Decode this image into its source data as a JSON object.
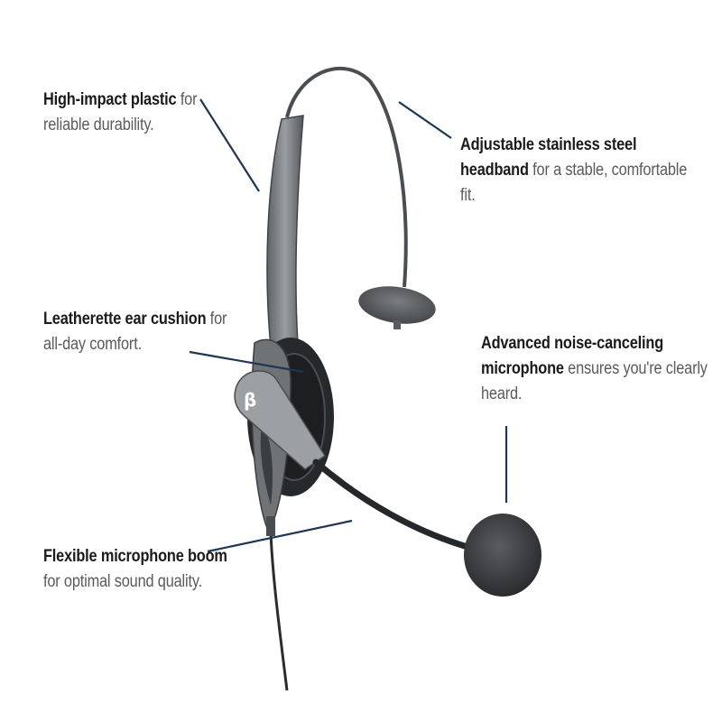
{
  "callouts": [
    {
      "id": "durability",
      "bold": "High-impact plastic",
      "text": " for reliable durability."
    },
    {
      "id": "headband",
      "bold": "Adjustable stainless steel headband",
      "text": " for a stable, comfortable fit."
    },
    {
      "id": "cushion",
      "bold": "Leatherette ear cushion",
      "text": " for all-day comfort."
    },
    {
      "id": "microphone",
      "bold": "Advanced noise-canceling microphone",
      "text": " ensures you're clearly heard."
    },
    {
      "id": "boom",
      "bold": "Flexible microphone boom",
      "text": " for optimal sound quality."
    }
  ],
  "colors": {
    "leader_line": "#1f3554",
    "headset_body": "#8a8d90",
    "headset_dark": "#2e3134",
    "foam": "#3a3c3f"
  },
  "icons": [
    "headset-image"
  ]
}
